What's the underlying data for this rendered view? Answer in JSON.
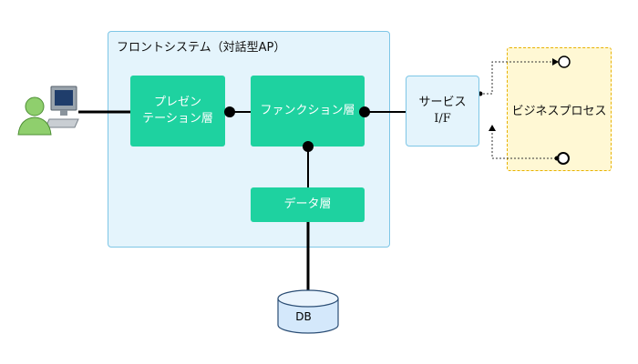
{
  "front_system": {
    "title": "フロントシステム（対話型AP）"
  },
  "layers": {
    "presentation": {
      "line1": "プレゼン",
      "line2": "テーション層"
    },
    "function": {
      "label": "ファンクション層"
    },
    "data": {
      "label": "データ層"
    }
  },
  "service": {
    "line1": "サービス",
    "line2": "I/F"
  },
  "business": {
    "label": "ビジネスプロセス"
  },
  "database": {
    "label": "DB"
  },
  "colors": {
    "layer_fill": "#1ed2a0",
    "front_fill": "#e4f4fc",
    "front_border": "#7ec6e6",
    "business_fill": "#fff8d4",
    "business_border": "#e8b200"
  },
  "icons": [
    "user-at-computer-icon",
    "database-cylinder-icon"
  ]
}
